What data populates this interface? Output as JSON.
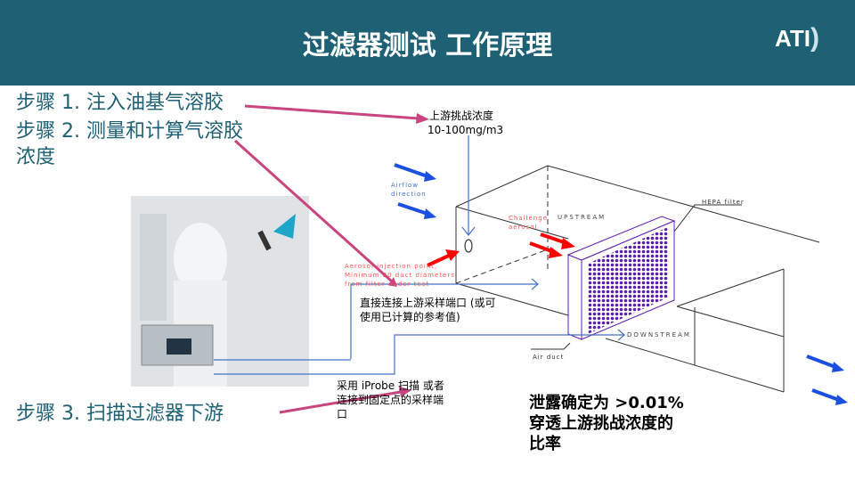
{
  "header": {
    "title": "过滤器测试 工作原理",
    "logo": "ATI"
  },
  "steps": [
    "步骤 1.  注入油基气溶胶",
    "步骤 2.  测量和计算气溶胶",
    "浓度",
    "步骤 3.  扫描过滤器下游"
  ],
  "diagram": {
    "upstream_label": "上游挑战浓度",
    "upstream_range": "10-100mg/m3",
    "airflow": [
      "Airflow",
      "direction"
    ],
    "challenge": [
      "Challenge",
      "aerosol"
    ],
    "injection": [
      "Aerosol injection point,",
      "Minimum 20 duct diameters",
      "from filter under test"
    ],
    "upstream": "UPSTREAM",
    "downstream": "DOWNSTREAM",
    "hepa": "HEPA filter",
    "duct": "Air duct",
    "direct_connect": [
      "直接连接上游采样端口 (或可",
      "使用已计算的参考值)"
    ],
    "scan": [
      "采用 iProbe 扫描 或者",
      "连接到固定点的采样端",
      "口"
    ]
  },
  "conclusion": [
    "泄露确定为 >0.01%",
    "穿透上游挑战浓度的",
    "比率"
  ],
  "colors": {
    "header": "#1e6175",
    "arrow_pink": "#c8457f",
    "blue_arrow": "#1a4fe0",
    "red": "#ff0000",
    "filter": "#5a1fb0"
  }
}
